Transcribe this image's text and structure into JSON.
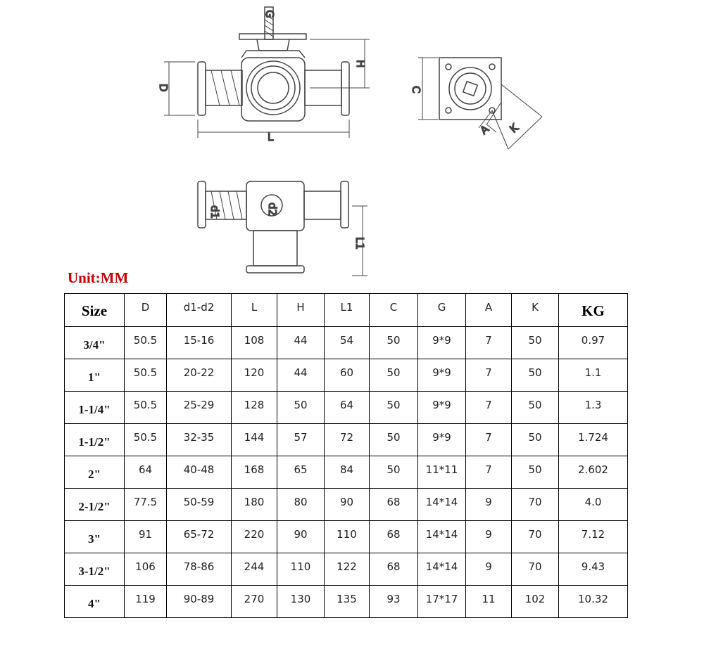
{
  "drawing": {
    "labels": {
      "g": "G",
      "h": "H",
      "d": "D",
      "l": "L",
      "c": "C",
      "a": "A",
      "k": "K",
      "d1": "d1",
      "d2": "d2",
      "l1": "L1"
    }
  },
  "unit_label": "Unit:MM",
  "table": {
    "headers": [
      "Size",
      "D",
      "d1-d2",
      "L",
      "H",
      "L1",
      "C",
      "G",
      "A",
      "K",
      "KG"
    ],
    "rows": [
      [
        "3/4\"",
        "50.5",
        "15-16",
        "108",
        "44",
        "54",
        "50",
        "9*9",
        "7",
        "50",
        "0.97"
      ],
      [
        "1\"",
        "50.5",
        "20-22",
        "120",
        "44",
        "60",
        "50",
        "9*9",
        "7",
        "50",
        "1.1"
      ],
      [
        "1-1/4\"",
        "50.5",
        "25-29",
        "128",
        "50",
        "64",
        "50",
        "9*9",
        "7",
        "50",
        "1.3"
      ],
      [
        "1-1/2\"",
        "50.5",
        "32-35",
        "144",
        "57",
        "72",
        "50",
        "9*9",
        "7",
        "50",
        "1.724"
      ],
      [
        "2\"",
        "64",
        "40-48",
        "168",
        "65",
        "84",
        "50",
        "11*11",
        "7",
        "50",
        "2.602"
      ],
      [
        "2-1/2\"",
        "77.5",
        "50-59",
        "180",
        "80",
        "90",
        "68",
        "14*14",
        "9",
        "70",
        "4.0"
      ],
      [
        "3\"",
        "91",
        "65-72",
        "220",
        "90",
        "110",
        "68",
        "14*14",
        "9",
        "70",
        "7.12"
      ],
      [
        "3-1/2\"",
        "106",
        "78-86",
        "244",
        "110",
        "122",
        "68",
        "14*14",
        "9",
        "70",
        "9.43"
      ],
      [
        "4\"",
        "119",
        "90-89",
        "270",
        "130",
        "135",
        "93",
        "17*17",
        "11",
        "102",
        "10.32"
      ]
    ]
  }
}
